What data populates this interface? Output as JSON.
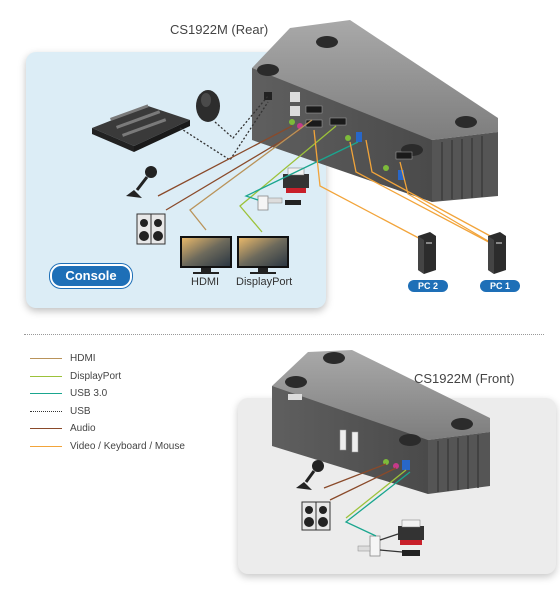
{
  "titles": {
    "rear": "CS1922M (Rear)",
    "front": "CS1922M (Front)"
  },
  "console": {
    "badge": "Console",
    "monitors": [
      "HDMI",
      "DisplayPort"
    ]
  },
  "pcs": [
    "PC 2",
    "PC 1"
  ],
  "legend": [
    {
      "label": "HDMI",
      "color": "#b9935a",
      "style": "solid"
    },
    {
      "label": "DisplayPort",
      "color": "#9cc23a",
      "style": "solid"
    },
    {
      "label": "USB 3.0",
      "color": "#1aa68f",
      "style": "solid"
    },
    {
      "label": "USB",
      "color": "#333333",
      "style": "dotted"
    },
    {
      "label": "Audio",
      "color": "#8a4a2a",
      "style": "solid"
    },
    {
      "label": "Video / Keyboard / Mouse",
      "color": "#f2a43a",
      "style": "solid"
    }
  ],
  "colors": {
    "panel": "#dcedf6",
    "badge": "#1e6fb7",
    "device": "#6e6e6e"
  }
}
